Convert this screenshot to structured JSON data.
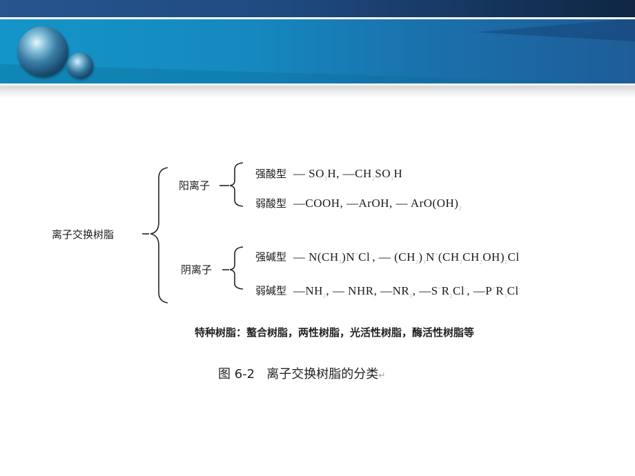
{
  "header": {
    "colors": {
      "topbar": "#1f4a80",
      "band": "#1588bf",
      "band_dark": "#1e5d98"
    },
    "decoration": [
      "sphere-large",
      "sphere-small"
    ]
  },
  "diagram": {
    "root": "离子交换树脂",
    "branches": [
      {
        "label": "阳离子",
        "types": [
          {
            "label": "强酸型",
            "groups": "—SO3H, —CH2SO3H"
          },
          {
            "label": "弱酸型",
            "groups": "—COOH, —ArOH, —ArO(OH)2"
          }
        ]
      },
      {
        "label": "阴离子",
        "types": [
          {
            "label": "强碱型",
            "groups": "—N(CH3)N+Cl-, —(CH2)3N+(CH2CH2OH)2Cl"
          },
          {
            "label": "弱碱型",
            "groups": "—NH2, —NHR, —NR2, —S+R2Cl-, —P+R3Cl-"
          }
        ]
      }
    ],
    "special": "特种树脂：螯合树脂，两性树脂，光活性树脂，酶活性树脂等",
    "caption": {
      "figure": "图 6-2",
      "title": "离子交换树脂的分类",
      "mark": "↵"
    }
  }
}
